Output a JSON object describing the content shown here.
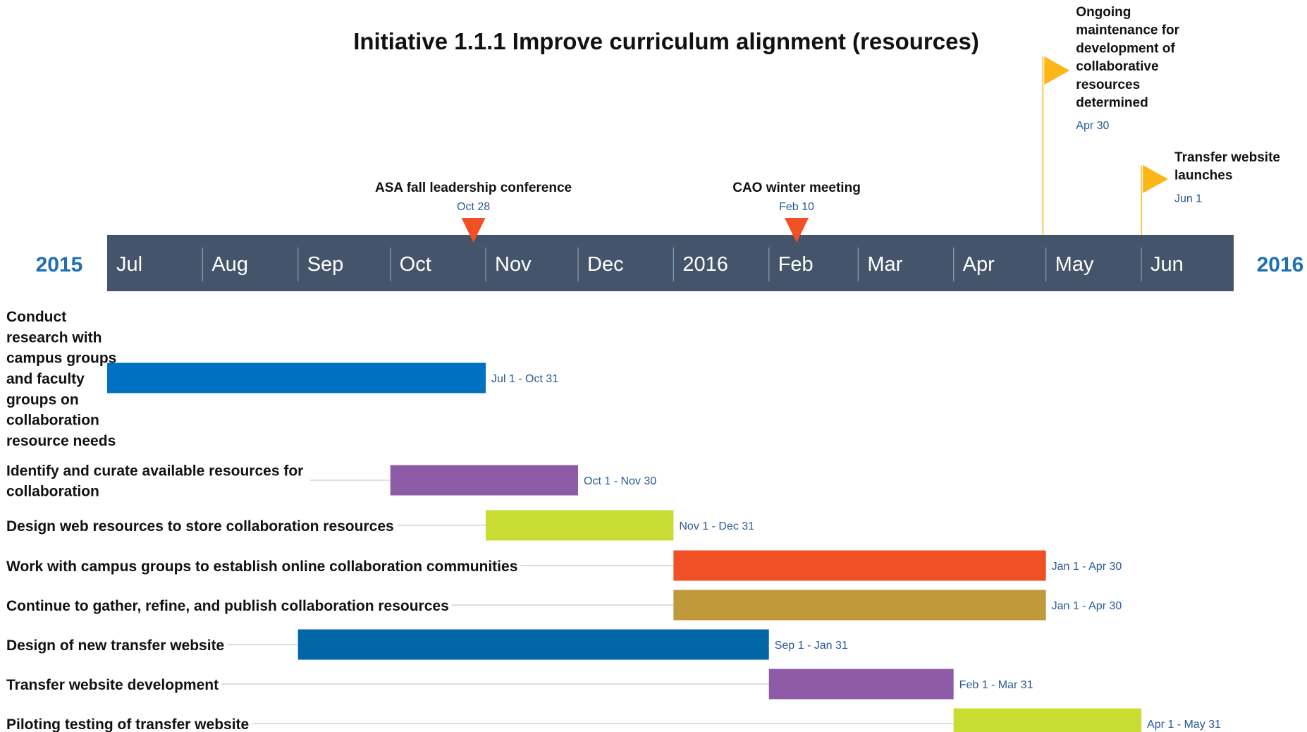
{
  "chart_data": {
    "type": "gantt-timeline",
    "title": "Initiative 1.1.1 Improve curriculum alignment (resources)",
    "start_year_label": "2015",
    "end_year_label": "2016",
    "axis": {
      "months": [
        {
          "label": "Jul",
          "start": "2015-07-01"
        },
        {
          "label": "Aug",
          "start": "2015-08-01"
        },
        {
          "label": "Sep",
          "start": "2015-09-01"
        },
        {
          "label": "Oct",
          "start": "2015-10-01"
        },
        {
          "label": "Nov",
          "start": "2015-11-01"
        },
        {
          "label": "Dec",
          "start": "2015-12-01"
        },
        {
          "label": "2016",
          "start": "2016-01-01"
        },
        {
          "label": "Feb",
          "start": "2016-02-01"
        },
        {
          "label": "Mar",
          "start": "2016-03-01"
        },
        {
          "label": "Apr",
          "start": "2016-04-01"
        },
        {
          "label": "May",
          "start": "2016-05-01"
        },
        {
          "label": "Jun",
          "start": "2016-06-01"
        }
      ],
      "range": [
        "2015-07-01",
        "2016-07-01"
      ],
      "color": "#44546a"
    },
    "milestones": [
      {
        "lines": [
          "ASA fall leadership conference"
        ],
        "date_label": "Oct 28",
        "date": "2015-10-28",
        "marker": "triangle-down",
        "color": "#f05023"
      },
      {
        "lines": [
          "CAO winter meeting"
        ],
        "date_label": "Feb 10",
        "date": "2016-02-10",
        "marker": "triangle-down",
        "color": "#f05023"
      },
      {
        "lines": [
          "Ongoing",
          "maintenance for",
          "development of",
          "collaborative",
          "resources",
          "determined"
        ],
        "date_label": "Apr 30",
        "date": "2016-04-30",
        "marker": "flag",
        "color": "#fbb617"
      },
      {
        "lines": [
          "Transfer website",
          "launches"
        ],
        "date_label": "Jun 1",
        "date": "2016-06-01",
        "marker": "flag",
        "color": "#fbb617"
      }
    ],
    "tasks": [
      {
        "lines": [
          "Conduct",
          "research with",
          "campus groups",
          "and faculty",
          "groups on",
          "collaboration",
          "resource needs"
        ],
        "start": "2015-07-01",
        "end": "2015-10-31",
        "date_label": "Jul 1 - Oct 31",
        "color": "#0070c0"
      },
      {
        "lines": [
          "Identify and curate available resources for",
          "collaboration"
        ],
        "start": "2015-10-01",
        "end": "2015-11-30",
        "date_label": "Oct 1 - Nov 30",
        "color": "#8e5ca7"
      },
      {
        "lines": [
          "Design web resources to store collaboration resources"
        ],
        "start": "2015-11-01",
        "end": "2015-12-31",
        "date_label": "Nov 1 - Dec 31",
        "color": "#c9dc32"
      },
      {
        "lines": [
          "Work with campus groups to establish online collaboration communities"
        ],
        "start": "2016-01-01",
        "end": "2016-04-30",
        "date_label": "Jan 1 - Apr 30",
        "color": "#f05023"
      },
      {
        "lines": [
          "Continue to gather, refine, and publish collaboration resources"
        ],
        "start": "2016-01-01",
        "end": "2016-04-30",
        "date_label": "Jan 1 - Apr 30",
        "color": "#c0993a"
      },
      {
        "lines": [
          "Design of new transfer website"
        ],
        "start": "2015-09-01",
        "end": "2016-01-31",
        "date_label": "Sep 1 - Jan 31",
        "color": "#0066a6"
      },
      {
        "lines": [
          "Transfer website development"
        ],
        "start": "2016-02-01",
        "end": "2016-03-31",
        "date_label": "Feb 1 - Mar 31",
        "color": "#8e5ca7"
      },
      {
        "lines": [
          "Piloting testing of transfer website"
        ],
        "start": "2016-04-01",
        "end": "2016-05-31",
        "date_label": "Apr 1 - May 31",
        "color": "#c9dc32"
      }
    ]
  }
}
